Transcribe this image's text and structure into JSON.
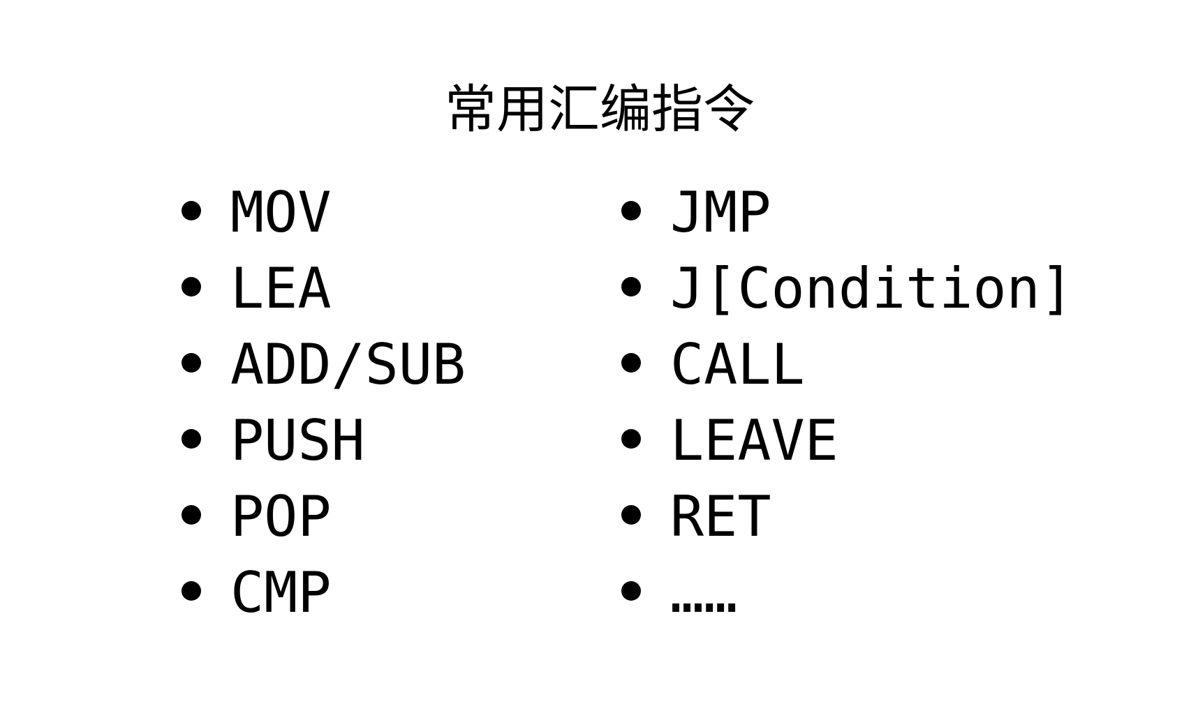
{
  "slide": {
    "title": "常用汇编指令",
    "left_column": [
      {
        "label": "MOV"
      },
      {
        "label": "LEA"
      },
      {
        "label": "ADD/SUB"
      },
      {
        "label": "PUSH"
      },
      {
        "label": "POP"
      },
      {
        "label": "CMP"
      }
    ],
    "right_column": [
      {
        "label": "JMP"
      },
      {
        "label": "J[Condition]"
      },
      {
        "label": "CALL"
      },
      {
        "label": "LEAVE"
      },
      {
        "label": "RET"
      },
      {
        "label": "……"
      }
    ]
  },
  "colors": {
    "background": "#ffffff",
    "text": "#000000"
  }
}
